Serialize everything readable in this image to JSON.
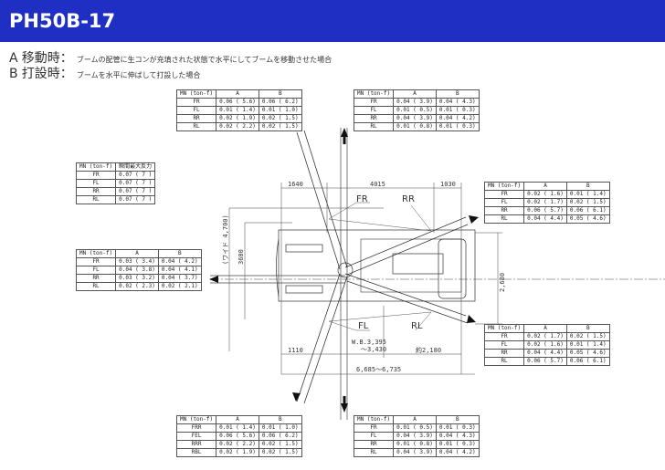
{
  "header": {
    "title": "PH50B-17",
    "color": "#1f2fc4"
  },
  "legend": [
    {
      "key": "A",
      "label": "移動時：",
      "desc": "ブームの配管に生コンが充填された状態で水平にしてブームを移動させた場合"
    },
    {
      "key": "B",
      "label": "打設時：",
      "desc": "ブームを水平に伸ばして打設した場合"
    }
  ],
  "drawing": {
    "labels": {
      "fr": "FR",
      "rr": "RR",
      "fl": "FL",
      "rl": "RL"
    },
    "dims": {
      "d1640": "1640",
      "d4015": "4015",
      "d1030": "1030",
      "d1110": "1110",
      "wb1": "W.B.3,395",
      "wb2": "～3,430",
      "d2180": "約2,180",
      "total": "6,685～6,735",
      "width": "2,680",
      "max": "(ワイド 4,700)",
      "d3600": "3600"
    }
  },
  "tables": [
    {
      "id": "top-left",
      "header": [
        "MN (ton-f)",
        "A",
        "B"
      ],
      "rows": [
        [
          "FR",
          "0.06 ( 5.6)",
          "0.06 ( 6.2)"
        ],
        [
          "FL",
          "0.01 ( 1.4)",
          "0.01 ( 1.0)"
        ],
        [
          "RR",
          "0.02 ( 1.9)",
          "0.02 ( 1.5)"
        ],
        [
          "RL",
          "0.02 ( 2.2)",
          "0.02 ( 1.5)"
        ]
      ]
    },
    {
      "id": "top-right",
      "header": [
        "MN (ton-f)",
        "A",
        "B"
      ],
      "rows": [
        [
          "FR",
          "0.04 ( 3.9)",
          "0.04 ( 4.3)"
        ],
        [
          "FL",
          "0.01 ( 0.5)",
          "0.01 ( 0.3)"
        ],
        [
          "RR",
          "0.04 ( 3.9)",
          "0.04 ( 4.2)"
        ],
        [
          "RL",
          "0.01 ( 0.8)",
          "0.01 ( 0.3)"
        ]
      ]
    },
    {
      "id": "reaction",
      "header": [
        "MN (ton-f)",
        "瞬間最大反力"
      ],
      "rows": [
        [
          "FR",
          "0.07 ( 7 )"
        ],
        [
          "FL",
          "0.07 ( 7 )"
        ],
        [
          "RR",
          "0.07 ( 7 )"
        ],
        [
          "RL",
          "0.07 ( 7 )"
        ]
      ]
    },
    {
      "id": "left",
      "header": [
        "MN (ton-f)",
        "A",
        "B"
      ],
      "rows": [
        [
          "FR",
          "0.03 ( 3.4)",
          "0.04 ( 4.2)"
        ],
        [
          "FL",
          "0.04 ( 3.8)",
          "0.04 ( 4.1)"
        ],
        [
          "RR",
          "0.03 ( 3.2)",
          "0.04 ( 3.7)"
        ],
        [
          "RL",
          "0.02 ( 2.3)",
          "0.02 ( 2.1)"
        ]
      ]
    },
    {
      "id": "right-upper",
      "header": [
        "MN (ton-f)",
        "A",
        "B"
      ],
      "rows": [
        [
          "FR",
          "0.02 ( 1.6)",
          "0.01 ( 1.4)"
        ],
        [
          "FL",
          "0.02 ( 1.7)",
          "0.02 ( 1.5)"
        ],
        [
          "RR",
          "0.06 ( 5.7)",
          "0.06 ( 6.1)"
        ],
        [
          "RL",
          "0.04 ( 4.4)",
          "0.05 ( 4.6)"
        ]
      ]
    },
    {
      "id": "right-lower",
      "header": [
        "MN (ton-f)",
        "A",
        "B"
      ],
      "rows": [
        [
          "FR",
          "0.02 ( 1.7)",
          "0.02 ( 1.5)"
        ],
        [
          "FL",
          "0.02 ( 1.6)",
          "0.01 ( 1.4)"
        ],
        [
          "RR",
          "0.04 ( 4.4)",
          "0.05 ( 4.6)"
        ],
        [
          "RL",
          "0.06 ( 5.7)",
          "0.06 ( 6.1)"
        ]
      ]
    },
    {
      "id": "bottom-left",
      "header": [
        "MN (ton-f)",
        "A",
        "B"
      ],
      "rows": [
        [
          "FRR",
          "0.01 ( 1.4)",
          "0.01 ( 1.0)"
        ],
        [
          "FEL",
          "0.06 ( 5.6)",
          "0.06 ( 6.2)"
        ],
        [
          "RRR",
          "0.02 ( 2.2)",
          "0.02 ( 1.5)"
        ],
        [
          "RBL",
          "0.02 ( 1.9)",
          "0.02 ( 1.5)"
        ]
      ]
    },
    {
      "id": "bottom-right",
      "header": [
        "MN (ton-f)",
        "A",
        "B"
      ],
      "rows": [
        [
          "FR",
          "0.01 ( 0.5)",
          "0.01 ( 0.3)"
        ],
        [
          "FL",
          "0.04 ( 3.9)",
          "0.04 ( 4.3)"
        ],
        [
          "RR",
          "0.01 ( 0.8)",
          "0.01 ( 0.3)"
        ],
        [
          "RL",
          "0.04 ( 3.9)",
          "0.04 ( 4.2)"
        ]
      ]
    }
  ]
}
